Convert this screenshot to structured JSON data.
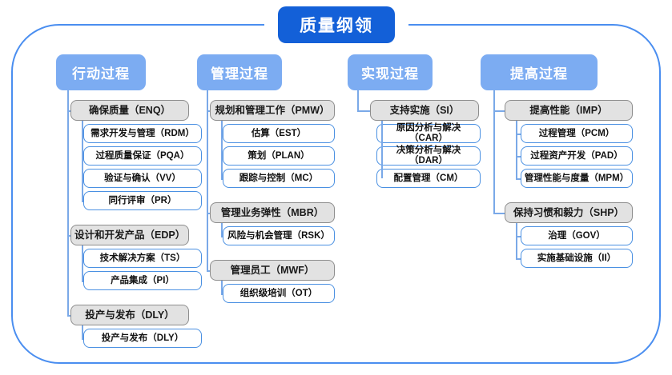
{
  "diagram": {
    "title": "质量纲领",
    "columns": [
      {
        "header": "行动过程",
        "groups": [
          {
            "label": "确保质量（ENQ）",
            "items": [
              "需求开发与管理（RDM）",
              "过程质量保证（PQA）",
              "验证与确认（VV）",
              "同行评审（PR）"
            ]
          },
          {
            "label": "设计和开发产品（EDP）",
            "items": [
              "技术解决方案（TS）",
              "产品集成（PI）"
            ]
          },
          {
            "label": "投产与发布（DLY）",
            "items": [
              "投产与发布（DLY）"
            ]
          }
        ]
      },
      {
        "header": "管理过程",
        "groups": [
          {
            "label": "规划和管理工作（PMW）",
            "items": [
              "估算（EST）",
              "策划（PLAN）",
              "跟踪与控制（MC）"
            ]
          },
          {
            "label": "管理业务弹性（MBR）",
            "items": [
              "风险与机会管理（RSK）"
            ]
          },
          {
            "label": "管理员工（MWF）",
            "items": [
              "组织级培训（OT）"
            ]
          }
        ]
      },
      {
        "header": "实现过程",
        "groups": [
          {
            "label": "支持实施（SI）",
            "items": [
              "原因分析与解决（CAR）",
              "决策分析与解决（DAR）",
              "配置管理（CM）"
            ]
          }
        ]
      },
      {
        "header": "提高过程",
        "groups": [
          {
            "label": "提高性能（IMP）",
            "items": [
              "过程管理（PCM）",
              "过程资产开发（PAD）",
              "管理性能与度量（MPM）"
            ]
          },
          {
            "label": "保持习惯和毅力（SHP）",
            "items": [
              "治理（GOV）",
              "实施基础设施（II）"
            ]
          }
        ]
      }
    ],
    "colors": {
      "title_bg": "#1360d8",
      "header_bg": "#7cacf2",
      "group_bg": "#e2e2e2",
      "group_border": "#8d8d8d",
      "leaf_border": "#4a90e2",
      "connector": "#7aa9e8",
      "frame_border": "#4a8ef0"
    }
  }
}
